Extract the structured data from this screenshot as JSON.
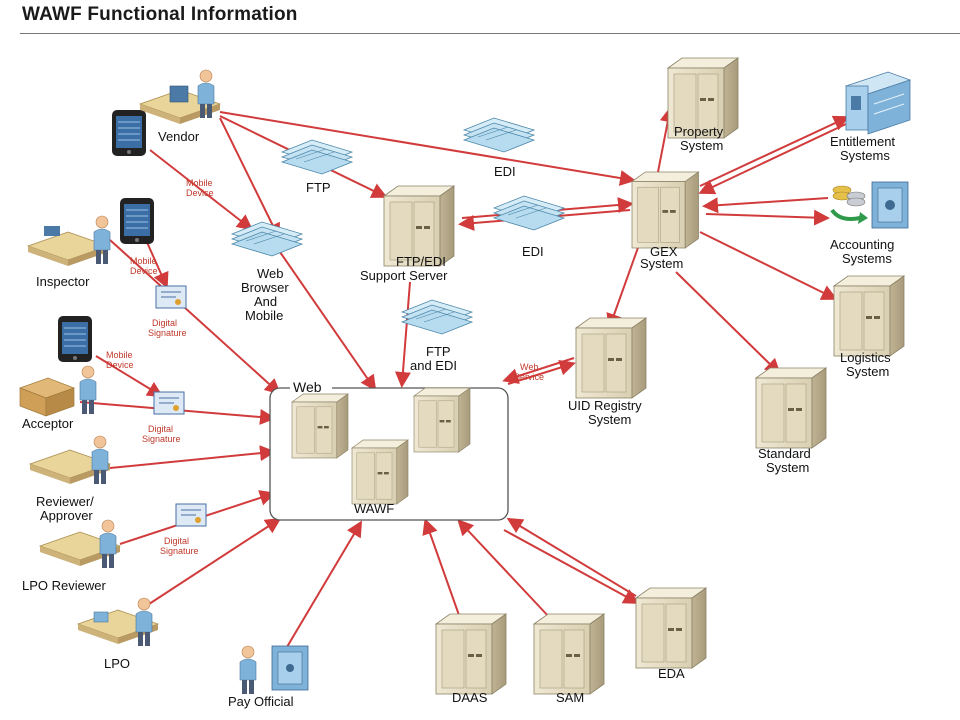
{
  "title": "WAWF Functional Information",
  "web_group": {
    "label": "Web",
    "center_label": "WAWF"
  },
  "actors": {
    "vendor": "Vendor",
    "inspector": "Inspector",
    "acceptor": "Acceptor",
    "reviewer": [
      "Reviewer/",
      "Approver"
    ],
    "lpo_reviewer": "LPO Reviewer",
    "lpo": "LPO",
    "pay_official": "Pay Official"
  },
  "channels": {
    "ftp": "FTP",
    "edi_top": "EDI",
    "edi_mid": "EDI",
    "web_browser": [
      "Web",
      "Browser",
      "And",
      "Mobile"
    ],
    "ftp_and_edi": [
      "FTP",
      "and EDI"
    ]
  },
  "systems": {
    "property": [
      "Property",
      "System"
    ],
    "entitlement": [
      "Entitlement",
      "Systems"
    ],
    "accounting": [
      "Accounting",
      "Systems"
    ],
    "gex": [
      "GEX",
      "System"
    ],
    "ftp_edi_server": [
      "FTP/EDI",
      "Support Server"
    ],
    "logistics": [
      "Logistics",
      "System"
    ],
    "uid_registry": [
      "UID Registry",
      "System"
    ],
    "standard": [
      "Standard",
      "System"
    ],
    "daas": "DAAS",
    "sam": "SAM",
    "eda": "EDA"
  },
  "annotations": {
    "mobile_device": [
      "Mobile",
      "Device"
    ],
    "digital_signature": [
      "Digital",
      "Signature"
    ],
    "web_service": [
      "Web",
      "Service"
    ]
  },
  "colors": {
    "arrow": "#d23b3b",
    "server_light": "#e8dfc6",
    "server_dark": "#b5a888"
  }
}
